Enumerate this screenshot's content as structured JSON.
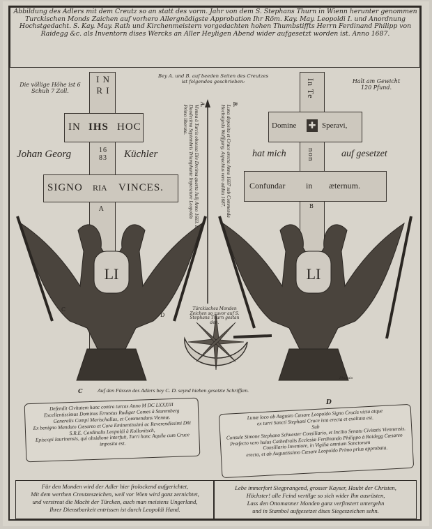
{
  "title": "Abbildung des Adlers mit dem Creutz so an statt des vorm. Jahr von dem S. Stephans Thurn in Wienn herunter genommen Turckischen Monds Zaichen auf vorhero Allergnädigste Approbation Ihr Röm. Kay. May. Leopoldi I. und Anordnung Hochstgedacht. S. Kay. May. Rath und Kirchenmeistern vorgedachten hohen Thumbstiffts Herrn Ferdinand Philipp von Raidegg &c. als Inventorn dises Wercks an Aller Heyligen Abend wider aufgesetzt worden ist. Anno 1687.",
  "notes": {
    "height": "Die völlige Höhe ist 6 Schuh 7 Zoll.",
    "weight": "Halt am Gewicht 120 Pfund.",
    "ab_note": "Bey A. und B. auf beeden Seiten des Creutzes ist folgendes geschrieben:",
    "a_label": "A.",
    "a_text": "Vienna à Turcis obsessa Die Decima quarta Julij Anno 1683. Et Duodecima Septembris Triumphante Imperatore Leopoldo Primo liberata.",
    "b_label": "B.",
    "b_text": "Luna deposita et Cruce erecta Anno 1687 sub Commenda Hochstgeda Wolffgang. Aspachius vero addita 1687.",
    "moon_caption": "Türckisches Monden Zeichen so zuvor auf S. Stephans Thurn gestan den.",
    "feet_caption": "Auf den Füssen des Adlers bey C. D. seynd hieben gesetzte Schrifften.",
    "maker_1": "Johan Georg",
    "maker_2": "Küchler",
    "maker_3": "hat mich",
    "maker_4": "auf gesetzet",
    "pedestal": "Phurais"
  },
  "left_cross": {
    "top": "I N R I",
    "upper": [
      "IN",
      "IHS",
      "HOC"
    ],
    "year": "16 83",
    "lower": [
      "SIGNO",
      "RIA",
      "VINCES."
    ],
    "letter": "A"
  },
  "right_cross": {
    "top": "In Te",
    "upper": [
      "Domine",
      "Speravi,"
    ],
    "middle": "non",
    "lower": [
      "Confundar",
      "in",
      "æternum."
    ],
    "letter": "B"
  },
  "shield": "LI",
  "labels": {
    "c": "C",
    "d": "D"
  },
  "scroll_c": [
    "Defendit Civitatem hanc contra turcas Anno M DC LXXXIII",
    "Excellentissimus Dominus Ernestus Rudiger Comes à Staremberg",
    "Generalis Campi Marischallus, et Commendans Viennæ.",
    "Ex benigno Mandato Cæsareo et Cura Eminentissimi ac Reverendissimi Dñi S.R.E. Cardinalis Leopoldi à Kollonitsch,",
    "Episcopi Iaurinensis, qui obsidione interfuit, Turri hanc Aquila cum Cruce imposita est."
  ],
  "scroll_d": [
    "Lunæ loco ab Augusto Cæsare Leopoldo Signo Crucis victa atque",
    "ex turri Sancti Stephani Cruce ista erecta et exaltata est.",
    "Sub",
    "Consule Simone Stephano Schuester Consiliario, et Inclito Senatu Civitatis Viennensis.",
    "Præfecto vero huius Cathedralis Ecclesiæ Ferdinando Philippo à Raidegg Cæsareo Consiliario Inventore, in Vigilia omnium Sanctorum",
    "erecta, et ab Augustissimo Cæsare Leopoldo Primo prius approbata."
  ],
  "verse_left": [
    "Für den Monden wird der Adler hier frolockend aufgerichtet,",
    "Mit dem werthen Creutzeszeichen, weil vor Wien wird ganz zernichtet,",
    "und verstreut die Macht der Türcken, auch man meistens Ungerland,",
    "Ihrer Dienstbarkeit entrissen ist durch Leopoldi Hand."
  ],
  "verse_right": [
    "Lebe immerfort Siegprangend, grosser Kayser, Haubt der Christen,",
    "Höchster! alle Feind vertilge so sich wider Ihn ausrüsten,",
    "Lass den Ottomanner Monden ganz verfinstert untergehn",
    "und in Stambol aufgesetzet dises Siegeszeichen sehn."
  ]
}
